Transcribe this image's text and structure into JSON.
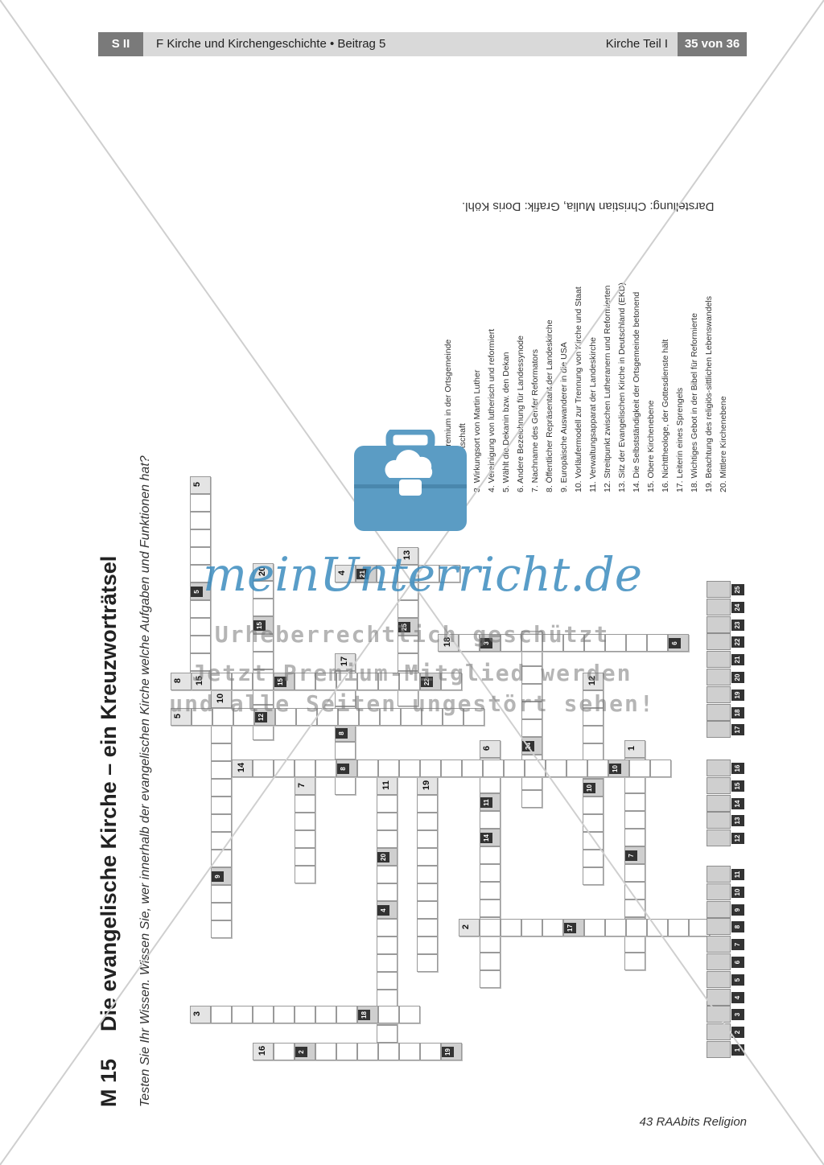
{
  "header": {
    "level": "S II",
    "breadcrumb": "F  Kirche und Kirchengeschichte • Beitrag 5",
    "part": "Kirche Teil I",
    "page": "35 von 36"
  },
  "title": {
    "number": "M 15",
    "text": "Die evangelische Kirche – ein Kreuzworträtsel"
  },
  "subtitle": "Testen Sie Ihr Wissen. Wissen Sie, wer innerhalb der evangelischen Kirche welche Aufgaben und Funktionen hat?",
  "credit": "Darstellung: Christian Mulia, Grafik: Doris Köhl.",
  "clues": [
    "1. Leitungsgremium in der Ortsgemeinde",
    "2. Frohe Botschaft",
    "3. Wirkungsort von Martin Luther",
    "4. Vereinigung von lutherisch und reformiert",
    "5. Wählt die Dekanin bzw. den Dekan",
    "6. Andere Bezeichnung für Landessynode",
    "7. Nachname des Genfer Reformators",
    "8. Öffentlicher Repräsentant der Landeskirche",
    "9. Europäische Auswanderer in die USA",
    "10. Vorläufermodell zur Trennung von Kirche und Staat",
    "11. Verwaltungsapparat der Landeskirche",
    "12. Streitpunkt zwischen Lutheranern und Reformierten",
    "13. Sitz der Evangelischen Kirche in Deutschland (EKD)",
    "14. Die Selbstständigkeit der Ortsgemeinde betonend",
    "15. Obere Kirchenebene",
    "16. Nichttheologe, der Gottesdienste hält",
    "17. Leiterin eines Sprengels",
    "18. Wichtiges Gebot in der Bibel für Reformierte",
    "19. Beachtung des religiös-sittlichen Lebenswandels",
    "20. Mittlere Kirchenebene"
  ],
  "watermark": {
    "brand": "meinUnterricht.de",
    "line1": "Urheberrechtlich geschützt",
    "line2": "Jetzt Premium-Mitglied werden",
    "line3": "und alle Seiten ungestört sehen!"
  },
  "grid_numbers": [
    "1",
    "2",
    "3",
    "4",
    "5",
    "6",
    "7",
    "8",
    "9",
    "10",
    "11",
    "12",
    "13",
    "14",
    "15",
    "16",
    "17",
    "18",
    "19",
    "20"
  ],
  "solution_markers": [
    "1",
    "2",
    "3",
    "4",
    "5",
    "6",
    "7",
    "8",
    "9",
    "10",
    "11",
    "12",
    "13",
    "14",
    "15",
    "16",
    "17",
    "18",
    "19",
    "20",
    "21",
    "22",
    "23",
    "24",
    "25"
  ],
  "footer": "43 RAAbits Religion"
}
